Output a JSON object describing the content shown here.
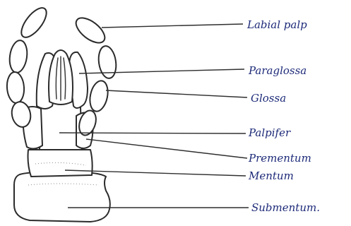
{
  "diagram": {
    "labels": [
      {
        "id": "labial-palp",
        "text": "Labial palp"
      },
      {
        "id": "paraglossa",
        "text": "Paraglossa"
      },
      {
        "id": "glossa",
        "text": "Glossa"
      },
      {
        "id": "palpifer",
        "text": "Palpifer"
      },
      {
        "id": "prementum",
        "text": "Prementum"
      },
      {
        "id": "mentum",
        "text": "Mentum"
      },
      {
        "id": "submentum",
        "text": "Submentum."
      }
    ],
    "colors": {
      "ink": "#2b2b2b",
      "label_ink": "#1d2a78",
      "background": "#ffffff"
    }
  }
}
